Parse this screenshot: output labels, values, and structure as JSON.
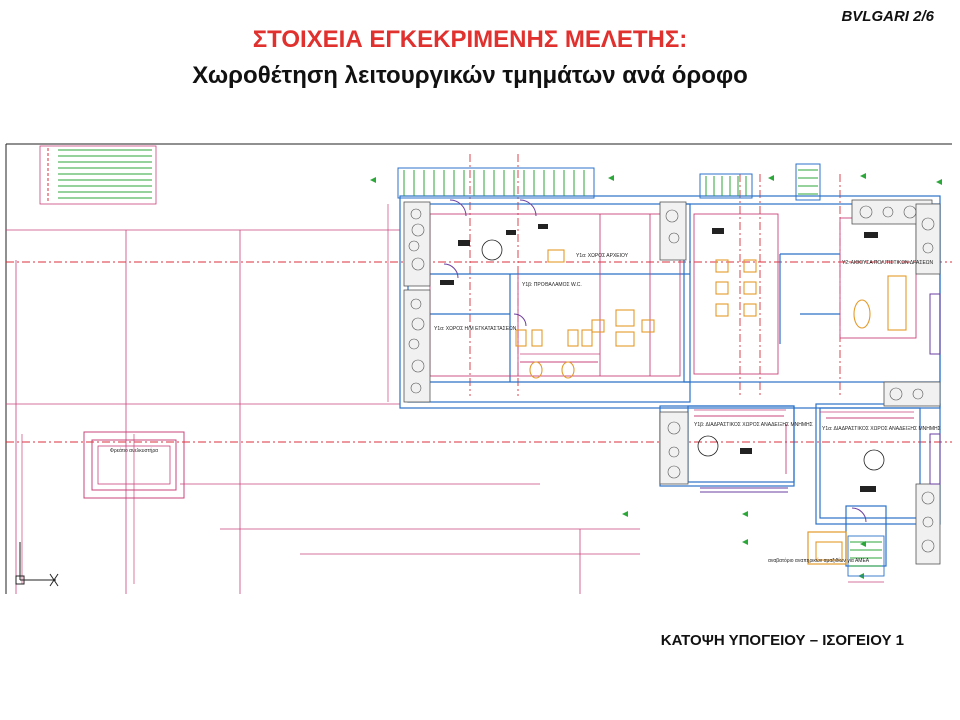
{
  "slide_tag": "BVLGARI 2/6",
  "title_red": "ΣΤΟΙΧΕΙΑ ΕΓΚΕΚΡΙΜΕΝΗΣ ΜΕΛΕΤΗΣ:",
  "title_black": "Χωροθέτηση λειτουργικών τμημάτων ανά όροφο",
  "caption": "ΚΑΤΟΨΗ   ΥΠΟΓΕΙΟΥ – ΙΣΟΓΕΙΟΥ 1",
  "colors": {
    "title_red": "#e0312e",
    "wall_blue": "#2b72c8",
    "axis_red": "#d8323c",
    "dimension_magenta": "#c8447a",
    "stair_green": "#2da63a",
    "furniture_orange": "#e39a2a",
    "stone_gray": "#555555"
  },
  "plan": {
    "rooms": [
      {
        "label": "Υ1α: ΧΩΡΟΣ ΑΡΧΕΙΟΥ"
      },
      {
        "label": "Υ1β: ΠΡΟΘΑΛΑΜΟΣ W.C."
      },
      {
        "label": "Υ1α: ΧΩΡΟΣ Η/Μ ΕΓΚΑΤΑΣΤΑΣΕΩΝ"
      },
      {
        "label": "Υ2: ΑΙΘΟΥΣΑ ΠΟΛΙΤΙΣΤΙΚΩΝ ΔΡΑΣΕΩΝ"
      },
      {
        "label": "Υ1β: ΔΙΑΔΡΑΣΤΙΚΟΣ ΧΩΡΟΣ ΑΝΑΔΕΙΞΗΣ ΜΝΗΜΗΣ"
      },
      {
        "label": "Υ1α: ΔΙΑΔΡΑΣΤΙΚΟΣ ΧΩΡΟΣ ΑΝΑΔΕΙΞΗΣ ΜΝΗΜΗΣ"
      }
    ],
    "annotations": {
      "well_label": "Φρεάτιο ανελκυστήρα",
      "ramp_note": "αναβατόριο αναπηρικών αμαξιδίων για ΑΜΕΑ"
    }
  }
}
